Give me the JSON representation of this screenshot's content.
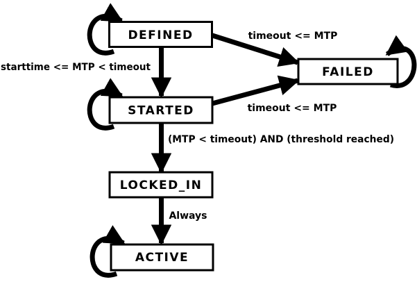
{
  "diagram": {
    "colors": {
      "background": "#ffffff",
      "line": "#000000",
      "state_fill": "#ffffff",
      "text": "#000000"
    },
    "states": [
      {
        "name": "DEFINED"
      },
      {
        "name": "STARTED"
      },
      {
        "name": "FAILED"
      },
      {
        "name": "LOCKED_IN"
      },
      {
        "name": "ACTIVE"
      }
    ],
    "transitions": [
      {
        "from": "DEFINED",
        "to": "STARTED",
        "label": "starttime <= MTP < timeout"
      },
      {
        "from": "DEFINED",
        "to": "FAILED",
        "label": "timeout <= MTP"
      },
      {
        "from": "STARTED",
        "to": "FAILED",
        "label": "timeout <= MTP"
      },
      {
        "from": "STARTED",
        "to": "LOCKED_IN",
        "label": "(MTP < timeout) AND (threshold reached)"
      },
      {
        "from": "LOCKED_IN",
        "to": "ACTIVE",
        "label": "Always"
      },
      {
        "from": "DEFINED",
        "to": "DEFINED",
        "label": ""
      },
      {
        "from": "STARTED",
        "to": "STARTED",
        "label": ""
      },
      {
        "from": "FAILED",
        "to": "FAILED",
        "label": ""
      },
      {
        "from": "ACTIVE",
        "to": "ACTIVE",
        "label": ""
      }
    ]
  }
}
